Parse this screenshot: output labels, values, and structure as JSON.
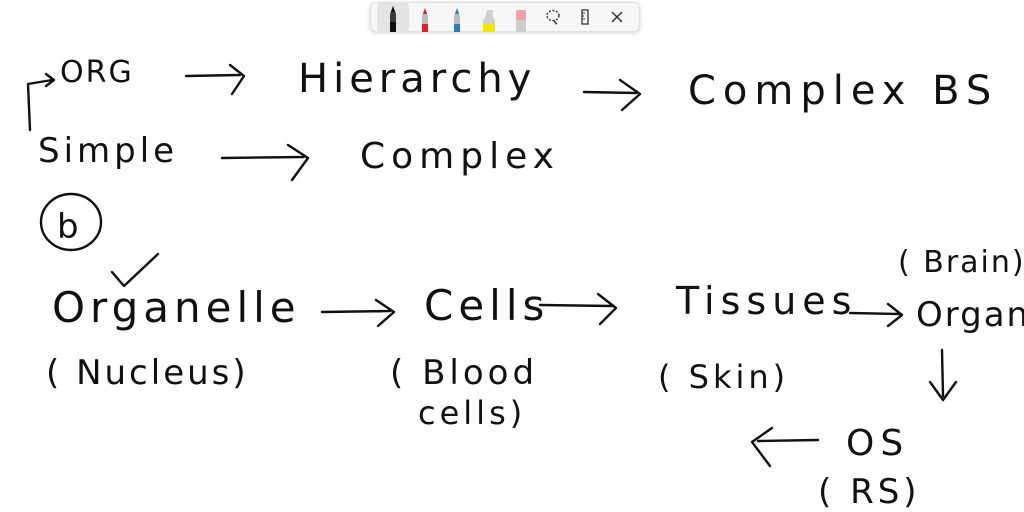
{
  "toolbar": {
    "tools": [
      {
        "name": "pen",
        "color": "#222222",
        "active": true
      },
      {
        "name": "pen",
        "color": "#e0202a",
        "active": false
      },
      {
        "name": "pen",
        "color": "#2a7db5",
        "active": false
      },
      {
        "name": "highlighter",
        "color": "#f5e400",
        "active": false
      },
      {
        "name": "eraser",
        "color": "#f1a1a8",
        "active": false
      }
    ],
    "icons": [
      "lasso-icon",
      "ruler-icon",
      "close-icon"
    ]
  },
  "ink_color": "#111111",
  "notes": {
    "line1": {
      "org": "ORG",
      "hierarchy": "Hierarchy",
      "complex_bs": "Complex BS"
    },
    "line2": {
      "simple": "Simple",
      "complex": "Complex"
    },
    "circled_label": "b",
    "flow": {
      "organelle": "Organelle",
      "organelle_example": "( Nucleus)",
      "cells": "Cells",
      "cells_example_1": "( Blood",
      "cells_example_2": "cells)",
      "tissues": "Tissues",
      "tissues_example": "( Skin)",
      "organ": "Organ",
      "organ_example": "( Brain)",
      "os": "OS",
      "os_example": "( RS)"
    }
  }
}
